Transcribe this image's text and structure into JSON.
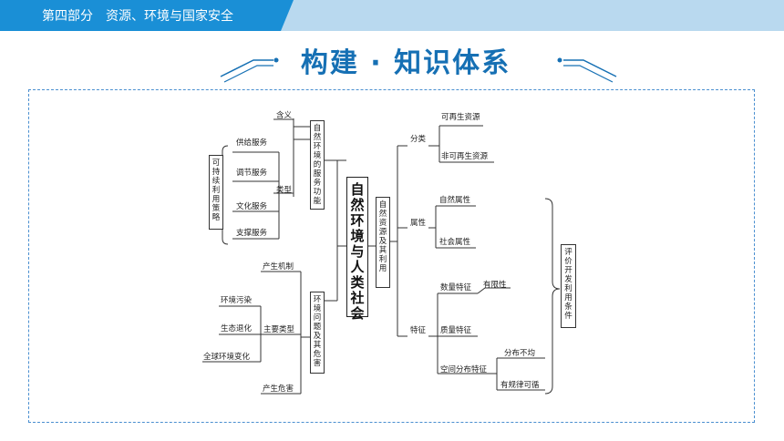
{
  "header": {
    "section_label": "第四部分　资源、环境与国家安全"
  },
  "page_title": "构建 · 知识体系",
  "map": {
    "center": "自然环境与人类社会",
    "left_top": {
      "label": "自然环境的服务功能",
      "meaning": "含义",
      "type": "类型",
      "services": [
        "供给服务",
        "调节服务",
        "文化服务",
        "支撑服务"
      ],
      "strategy": "可持续利用策略"
    },
    "left_bottom": {
      "label": "环境问题及其危害",
      "mechanism": "产生机制",
      "main_types": "主要类型",
      "types": [
        "环境污染",
        "生态退化",
        "全球环境变化"
      ],
      "harm": "产生危害"
    },
    "right": {
      "label": "自然资源及其利用",
      "classification": "分类",
      "classes": [
        "可再生资源",
        "非可再生资源"
      ],
      "attributes": "属性",
      "attribute_items": [
        "自然属性",
        "社会属性"
      ],
      "features": "特征",
      "quantity": "数量特征",
      "limited": "有限性",
      "quality": "质量特征",
      "spatial": "空间分布特征",
      "uneven": "分布不均",
      "regular": "有规律可循",
      "evaluation": "评价开发利用条件"
    }
  }
}
